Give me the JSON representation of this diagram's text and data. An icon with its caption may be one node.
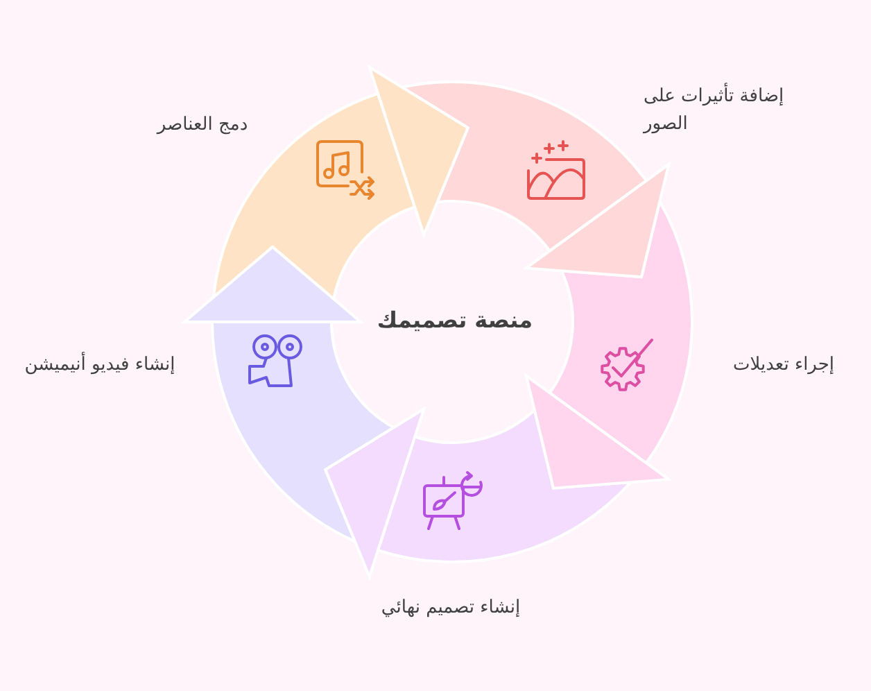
{
  "diagram": {
    "title": "منصة تصميمك",
    "nodes": [
      {
        "text": [],
        "shape": "arc",
        "beside": [
          "دمج العناصر"
        ]
      },
      {
        "text": [],
        "shape": "arc",
        "beside": [
          "إضافة تأثيرات على الصور"
        ]
      },
      {
        "text": [],
        "shape": "arc",
        "beside": [
          "إجراء تعديلات"
        ]
      },
      {
        "text": [],
        "shape": "arc",
        "beside": [
          "إنشاء تصميم نهائي"
        ]
      },
      {
        "text": [],
        "shape": "arc",
        "beside": [
          "إنشاء فيديو أنيميشن"
        ]
      }
    ],
    "edges": [
      {
        "from": 0,
        "to": 1,
        "arrow": "to"
      },
      {
        "from": 1,
        "to": 2,
        "arrow": "to"
      },
      {
        "from": 2,
        "to": 3,
        "arrow": "to"
      },
      {
        "from": 3,
        "to": 4,
        "arrow": "to"
      },
      {
        "from": 4,
        "to": 0,
        "arrow": "to"
      }
    ]
  }
}
